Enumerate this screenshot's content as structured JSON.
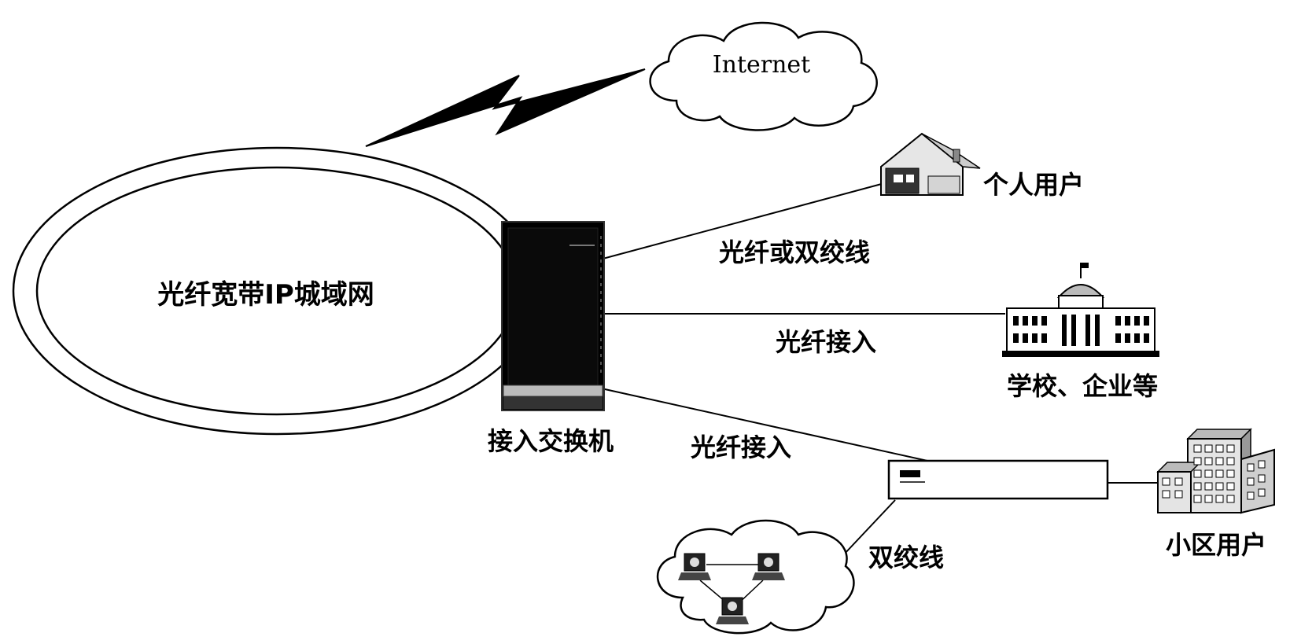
{
  "nodes": {
    "metro_network": "光纤宽带IP城域网",
    "internet": "Internet",
    "access_switch": "接入交换机",
    "personal_user": "个人用户",
    "school_enterprise": "学校、企业等",
    "residential_user": "小区用户"
  },
  "links": {
    "fiber_or_twisted_pair": "光纤或双绞线",
    "fiber_access_1": "光纤接入",
    "fiber_access_2": "光纤接入",
    "twisted_pair": "双绞线"
  }
}
